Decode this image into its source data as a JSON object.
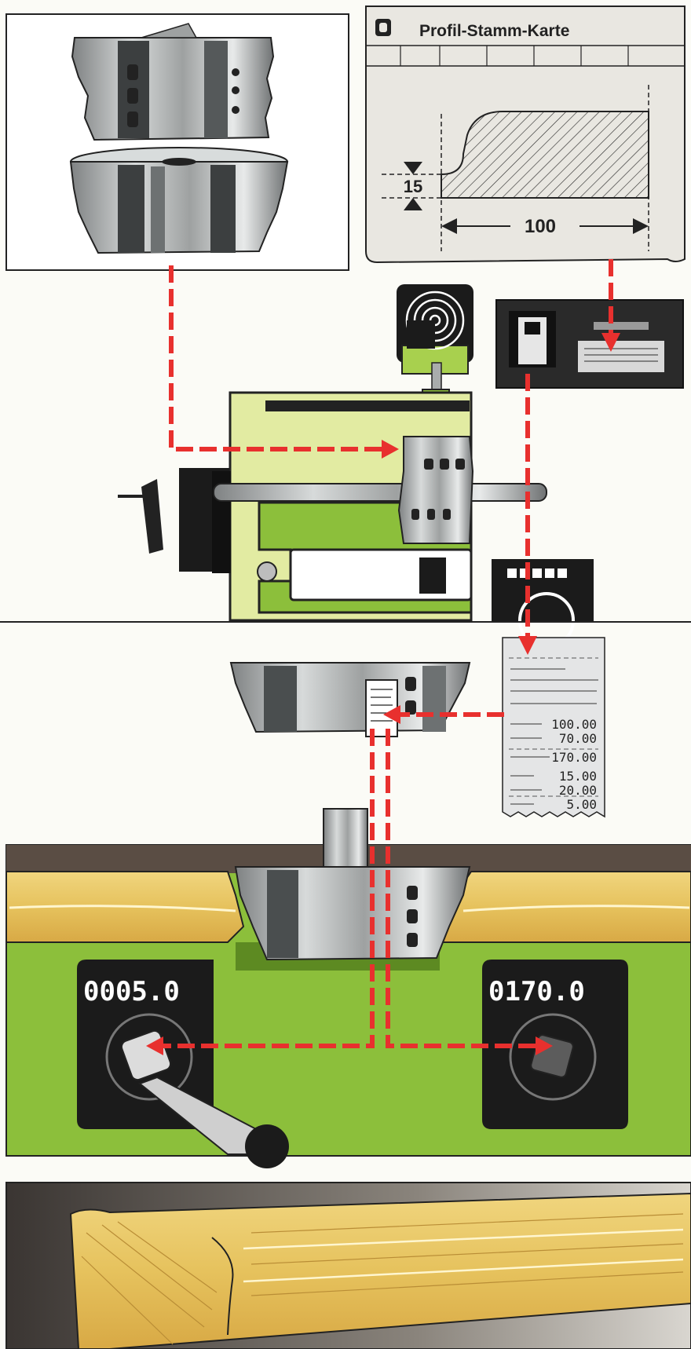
{
  "colors": {
    "flow_arrow": "#e8302e",
    "machine_green": "#8cbf3b",
    "machine_light_green": "#e2eba2",
    "wood": "#e9c769",
    "paper": "#e9e7e1",
    "display_black": "#1b1b1b"
  },
  "profile_card": {
    "title": "Profil-Stamm-Karte",
    "height_value": "15",
    "width_value": "100"
  },
  "receipt": {
    "rows": [
      {
        "label": "",
        "value": "100.00"
      },
      {
        "label": "",
        "value": "70.00"
      },
      {
        "label": "",
        "value": "170.00"
      },
      {
        "label": "",
        "value": "15.00"
      },
      {
        "label": "",
        "value": "20.00"
      },
      {
        "label": "",
        "value": "5.00"
      }
    ]
  },
  "displays": {
    "left": "0005.0",
    "right": "0170.0"
  },
  "icons": {
    "flow": "arrow-icon",
    "card": "profile-card-icon",
    "reader": "card-reader-icon",
    "scope": "target-scope-icon"
  }
}
